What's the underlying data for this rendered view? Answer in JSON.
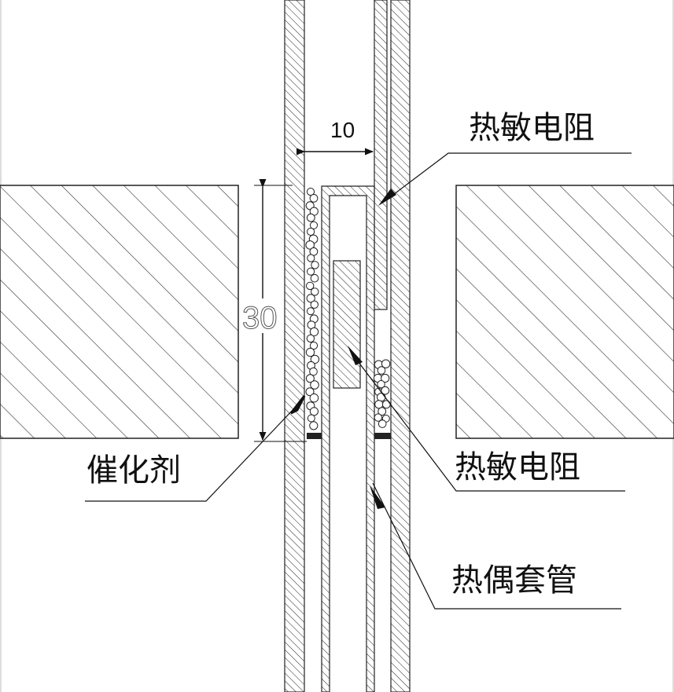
{
  "labels": {
    "thermistor_top": "热敏电阻",
    "thermistor_mid": "热敏电阻",
    "catalyst": "催化剂",
    "thermocouple_sleeve": "热偶套管"
  },
  "dimensions": {
    "width": "10",
    "height": "30"
  },
  "colors": {
    "line": "#1a1a1a",
    "hatch": "#333333",
    "background": "#ffffff"
  }
}
